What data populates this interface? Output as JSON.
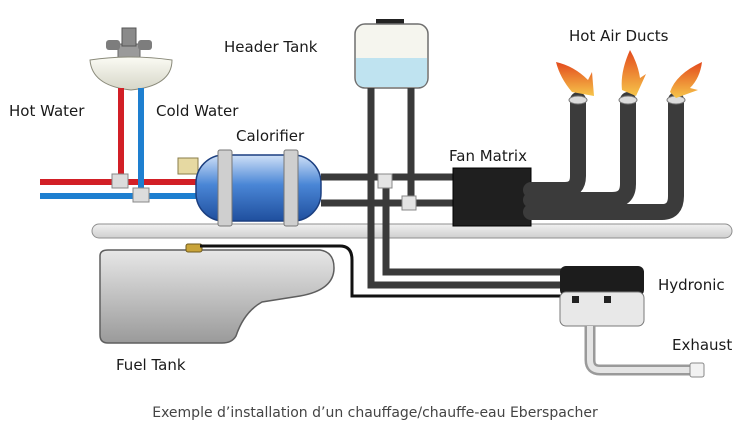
{
  "labels": {
    "header_tank": "Header Tank",
    "hot_air_ducts": "Hot Air Ducts",
    "hot_water": "Hot Water",
    "cold_water": "Cold Water",
    "calorifier": "Calorifier",
    "fan_matrix": "Fan Matrix",
    "hydronic": "Hydronic",
    "exhaust": "Exhaust",
    "fuel_tank": "Fuel Tank"
  },
  "caption": "Exemple d’installation d’un chauffage/chauffe-eau Eberspacher",
  "colors": {
    "hot_pipe": "#d21f26",
    "cold_pipe": "#1e7fd0",
    "coolant_pipe": "#3a3a3a",
    "flame": "#e8501e",
    "tank_fluid": "#bfe3f0",
    "calorifier_body": "#2f6fc9"
  }
}
